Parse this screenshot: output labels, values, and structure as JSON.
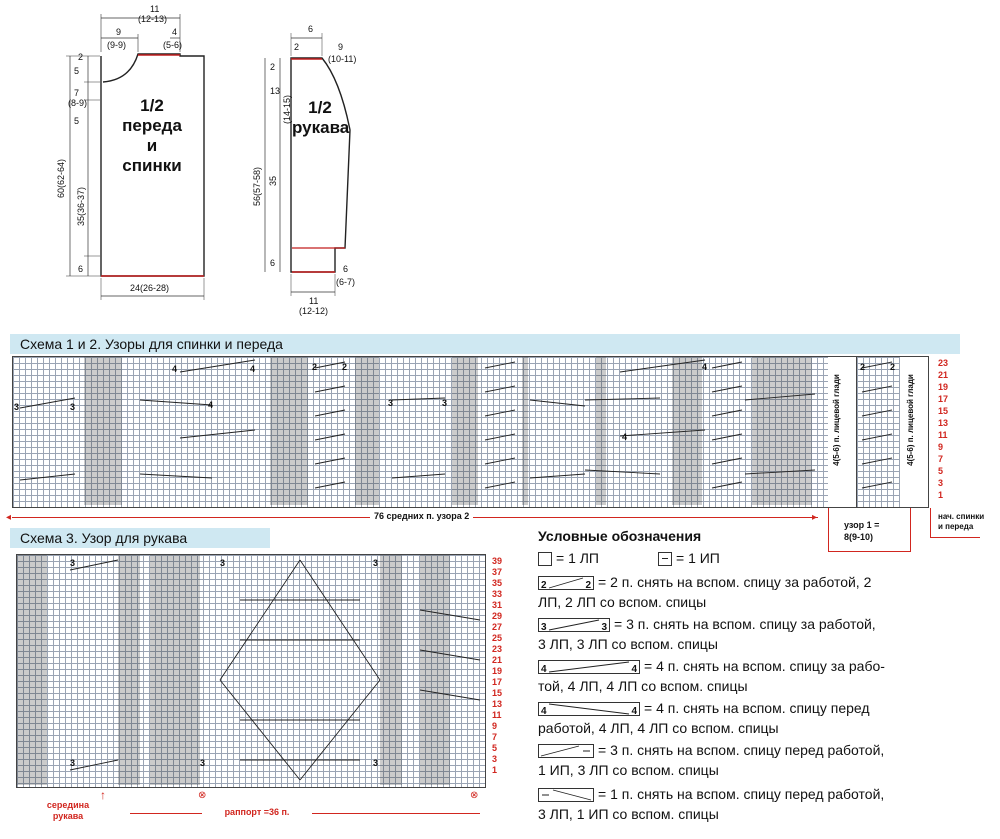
{
  "body_schematic": {
    "top_width": "11",
    "top_width_alt": "(12-13)",
    "neck": "9",
    "neck_alt": "(9-9)",
    "shoulder": "4",
    "shoulder_alt": "(5-6)",
    "left_dims": [
      "2",
      "5",
      "7",
      "(8-9)",
      "5",
      "6"
    ],
    "height_total": "60(62-64)",
    "height_side": "35(36-37)",
    "bottom_width": "24(26-28)",
    "title_lines": [
      "1/2",
      "переда",
      "и",
      "спинки"
    ]
  },
  "sleeve_schematic": {
    "top_6": "6",
    "top_2": "2",
    "top_9": "9",
    "top_9_alt": "(10-11)",
    "left_dims": [
      "2",
      "13",
      "(14-15)",
      "35",
      "6"
    ],
    "height_total": "56(57-58)",
    "cuff": "6",
    "cuff_alt": "(6-7)",
    "bottom_width": "11",
    "bottom_width_alt": "(12-12)",
    "title_lines": [
      "1/2",
      "рукава"
    ]
  },
  "scheme12": {
    "title": "Схема 1 и 2. Узоры для спинки и переда",
    "row_numbers": [
      "23",
      "21",
      "19",
      "17",
      "15",
      "13",
      "11",
      "9",
      "7",
      "5",
      "3",
      "1"
    ],
    "side_label": "4(5-6) п. лицевой глади",
    "bottom_label": "76 средних п. узора 2",
    "repeat_label": "узор 1 =",
    "repeat_value": "8(9-10)",
    "start_label": "нач. спинки",
    "start_label2": "и переда",
    "cable_numbers": [
      "4",
      "4",
      "3",
      "3",
      "4",
      "2",
      "2",
      "3",
      "3",
      "4",
      "4",
      "2",
      "2"
    ]
  },
  "scheme3": {
    "title": "Схема 3. Узор для рукава",
    "row_numbers": [
      "39",
      "37",
      "35",
      "33",
      "31",
      "29",
      "27",
      "25",
      "23",
      "21",
      "19",
      "17",
      "15",
      "13",
      "11",
      "9",
      "7",
      "5",
      "3",
      "1"
    ],
    "center_label": "середина",
    "center_label2": "рукава",
    "repeat_label": "раппорт =36 п."
  },
  "legend": {
    "title": "Условные обозначения",
    "item1": "= 1 ЛП",
    "item2": "= 1 ИП",
    "item3_num": "2",
    "item3_a": "= 2 п. снять на вспом. спицу за работой, 2",
    "item3_b": "ЛП, 2 ЛП со вспом. спицы",
    "item4_num": "3",
    "item4_a": "= 3 п. снять на вспом. спицу за работой,",
    "item4_b": "3 ЛП, 3 ЛП со вспом. спицы",
    "item5_num": "4",
    "item5_a": "= 4 п. снять на вспом. спицу за рабо-",
    "item5_b": "той, 4 ЛП, 4 ЛП со вспом. спицы",
    "item6_num": "4",
    "item6_a": "= 4 п. снять на вспом. спицу перед",
    "item6_b": "работой, 4 ЛП, 4 ЛП со вспом. спицы",
    "item7_a": "= 3 п. снять на вспом. спицу перед работой,",
    "item7_b": "1 ИП, 3 ЛП со вспом. спицы",
    "item8_a": "= 1 п. снять на вспом. спицу перед работой,",
    "item8_b": "3 ЛП, 1 ИП со вспом. спицы"
  },
  "colors": {
    "accent_red": "#d1261f",
    "banner": "#cfe8f2",
    "grid_line": "#9aa4b4"
  }
}
